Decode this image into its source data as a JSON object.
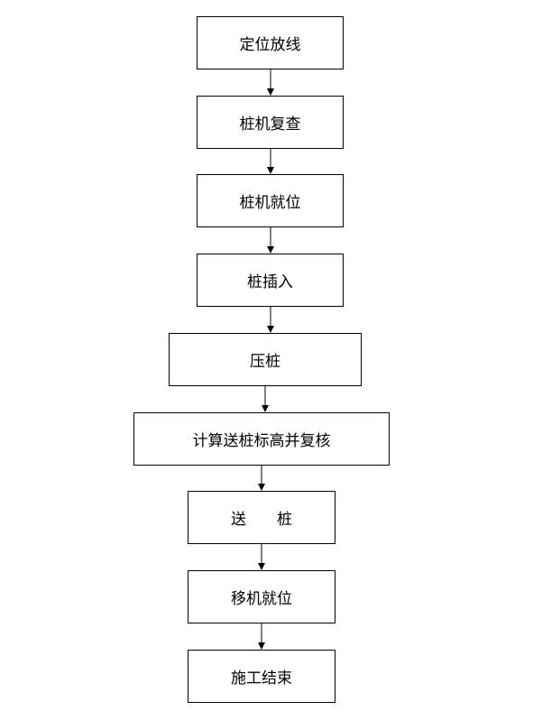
{
  "flowchart": {
    "steps": [
      "定位放线",
      "桩机复查",
      "桩机就位",
      "桩插入",
      "压桩",
      "计算送桩标高并复核",
      "送　　桩",
      "移机就位",
      "施工结束"
    ]
  }
}
